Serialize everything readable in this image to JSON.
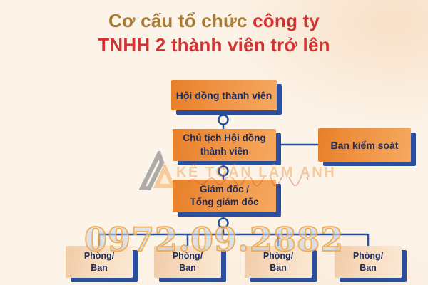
{
  "page": {
    "background": "#fcf4e9"
  },
  "title": {
    "line1_brown": "Cơ cấu tổ chức",
    "line1_red": "công ty",
    "line2": "TNHH 2 thành viên trở lên",
    "color_brown": "#a87a33",
    "color_red": "#d43230"
  },
  "org_chart": {
    "council": {
      "label": "Hội đồng thành viên"
    },
    "chairman": {
      "line1": "Chủ tịch Hội đồng",
      "line2": "thành viên"
    },
    "control_board": {
      "label": "Ban kiểm soát"
    },
    "director": {
      "line1": "Giám đốc /",
      "line2": "Tổng giám đốc"
    },
    "department": {
      "line1": "Phòng/",
      "line2": "Ban"
    },
    "colors": {
      "box_orange_start": "#e77f28",
      "box_orange_end": "#f5a95f",
      "box_light_start": "#f1cba6",
      "box_light_end": "#fbe9d4",
      "shadow_navy": "#2a4f9e",
      "line_navy": "#27509e",
      "text_navy": "#1d2d5c"
    }
  },
  "watermarks": {
    "brand_text": "KẾ TOÁN LÂM ANH",
    "phone": "0972.09.2882"
  }
}
